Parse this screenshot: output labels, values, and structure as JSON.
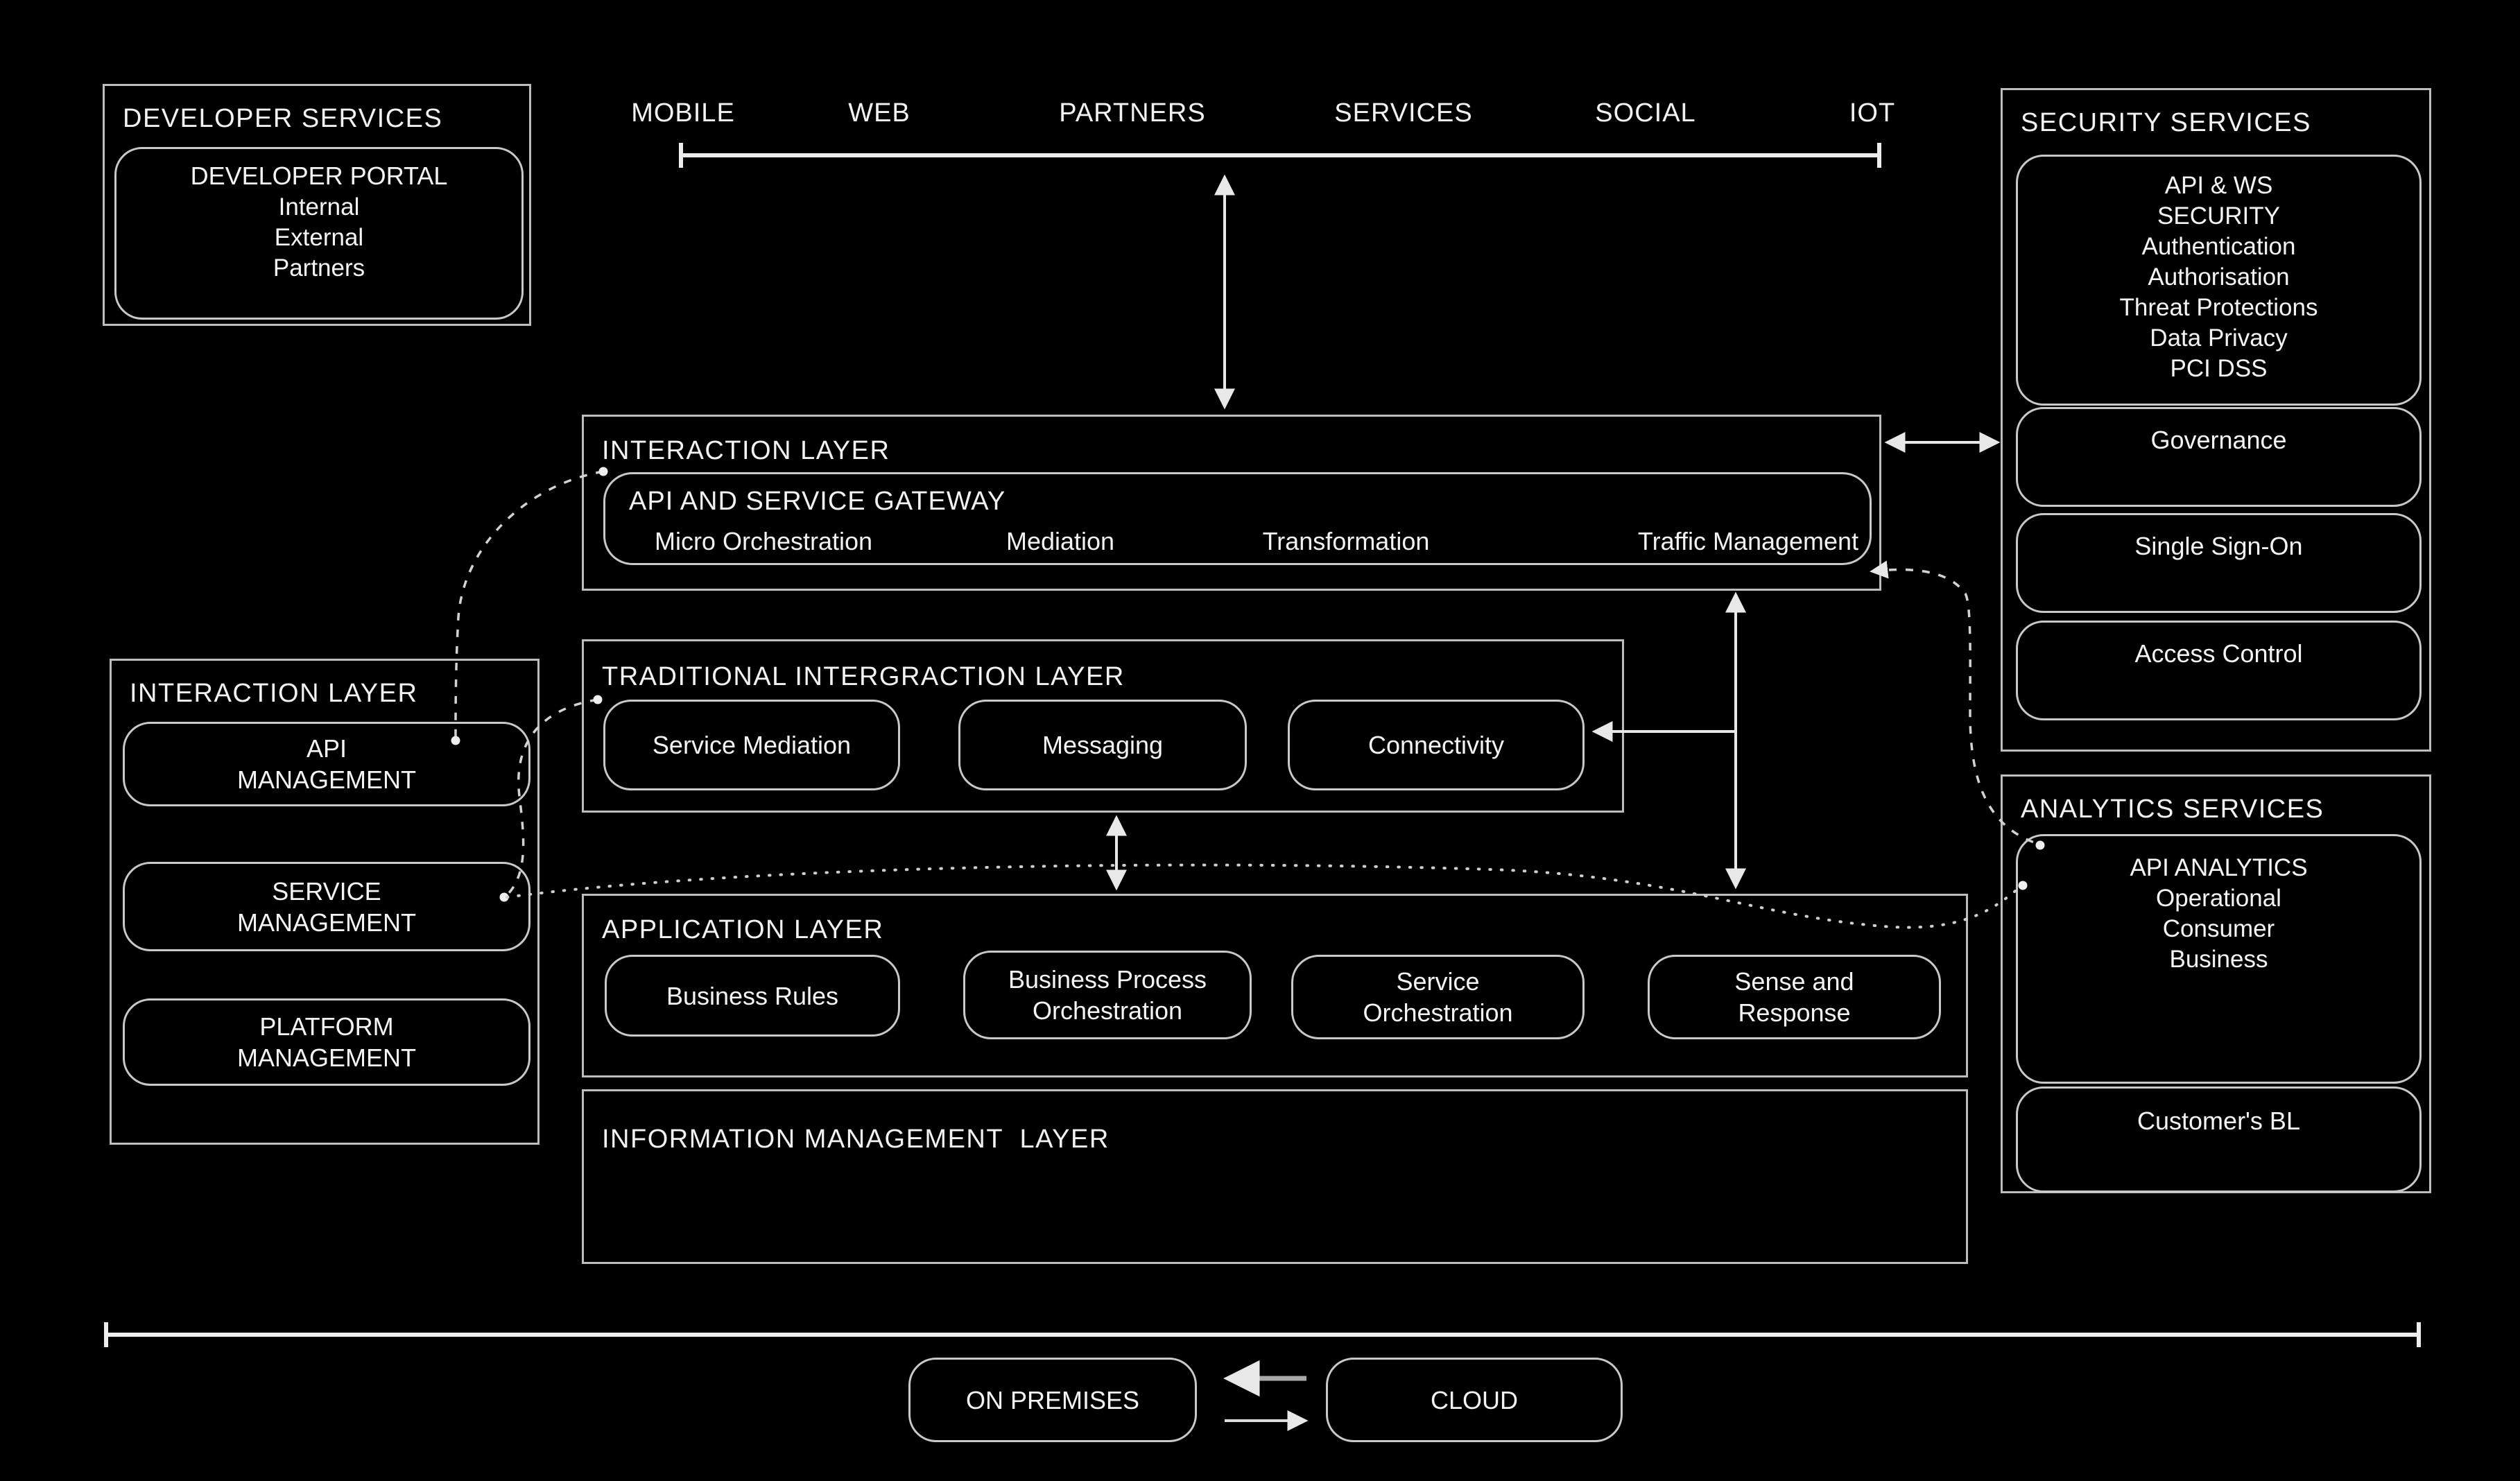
{
  "colors": {
    "background": "#000000",
    "line": "#e8e8e8",
    "border": "#bdbdbd",
    "text": "#f2f2f2"
  },
  "developer_services": {
    "title": "DEVELOPER SERVICES",
    "portal": {
      "title": "DEVELOPER PORTAL",
      "items": [
        "Internal",
        "External",
        "Partners"
      ]
    }
  },
  "channels": {
    "labels": [
      "MOBILE",
      "WEB",
      "PARTNERS",
      "SERVICES",
      "SOCIAL",
      "IOT"
    ]
  },
  "interaction_layer": {
    "title": "INTERACTION LAYER",
    "gateway": {
      "title": "API AND SERVICE GATEWAY",
      "capabilities": [
        "Micro Orchestration",
        "Mediation",
        "Transformation",
        "Traffic Management"
      ]
    }
  },
  "traditional_layer": {
    "title": "TRADITIONAL INTERGRACTION LAYER",
    "components": [
      "Service Mediation",
      "Messaging",
      "Connectivity"
    ]
  },
  "application_layer": {
    "title": "APPLICATION LAYER",
    "components": [
      "Business Rules",
      "Business Process\nOrchestration",
      "Service\nOrchestration",
      "Sense and\nResponse"
    ]
  },
  "information_layer": {
    "title": "INFORMATION MANAGEMENT  LAYER"
  },
  "management_panel": {
    "title": "INTERACTION LAYER",
    "components": [
      "API\nMANAGEMENT",
      "SERVICE\nMANAGEMENT",
      "PLATFORM\nMANAGEMENT"
    ]
  },
  "security_services": {
    "title": "SECURITY SERVICES",
    "api_ws_security": [
      "API & WS",
      "SECURITY",
      "Authentication",
      "Authorisation",
      "Threat Protections",
      "Data Privacy",
      "PCI DSS"
    ],
    "components": [
      "Governance",
      "Single Sign-On",
      "Access Control"
    ]
  },
  "analytics_services": {
    "title": "ANALYTICS SERVICES",
    "api_analytics": [
      "API ANALYTICS",
      "Operational",
      "Consumer",
      "Business"
    ],
    "components": [
      "Customer's BL"
    ]
  },
  "deployment": {
    "on_premises": "ON PREMISES",
    "cloud": "CLOUD"
  }
}
